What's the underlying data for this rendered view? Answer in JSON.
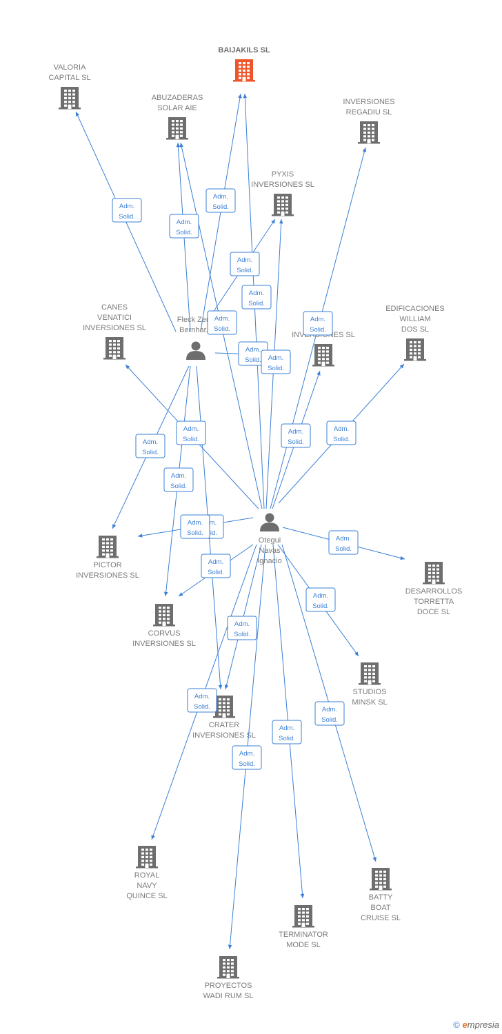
{
  "diagram": {
    "colors": {
      "edge": "#3a7fd5",
      "company": "#6e6e6e",
      "company_highlight": "#f0542a",
      "person": "#6e6e6e",
      "label": "#7a7a7a"
    },
    "nodes": [
      {
        "id": "baijakils",
        "type": "company",
        "highlight": true,
        "lines": [
          "BAIJAKILS SL"
        ]
      },
      {
        "id": "valoria",
        "type": "company",
        "lines": [
          "VALORIA",
          "CAPITAL SL"
        ]
      },
      {
        "id": "abuzaderas",
        "type": "company",
        "lines": [
          "ABUZADERAS",
          "SOLAR AIE"
        ]
      },
      {
        "id": "regadiu",
        "type": "company",
        "lines": [
          "INVERSIONES",
          "REGADIU SL"
        ]
      },
      {
        "id": "pyxis",
        "type": "company",
        "lines": [
          "PYXIS",
          "INVERSIONES SL"
        ]
      },
      {
        "id": "canes",
        "type": "company",
        "lines": [
          "CANES",
          "VENATICI",
          "INVERSIONES SL"
        ]
      },
      {
        "id": "hidden_inv",
        "type": "company",
        "lines": [
          "...S",
          "INVERSIONES SL"
        ]
      },
      {
        "id": "edificaciones",
        "type": "company",
        "lines": [
          "EDIFICACIONES",
          "WILLIAM",
          "DOS SL"
        ]
      },
      {
        "id": "fleck",
        "type": "person",
        "lines": [
          "Fleck Zer...",
          "Bernhar..."
        ]
      },
      {
        "id": "otegui",
        "type": "person",
        "lines": [
          "Otegui",
          "Navas",
          "Ignacio"
        ]
      },
      {
        "id": "pictor",
        "type": "company",
        "lines": [
          "PICTOR",
          "INVERSIONES SL"
        ]
      },
      {
        "id": "corvus",
        "type": "company",
        "lines": [
          "CORVUS",
          "INVERSIONES SL"
        ]
      },
      {
        "id": "desarrollos",
        "type": "company",
        "lines": [
          "DESARROLLOS",
          "TORRETTA",
          "DOCE SL"
        ]
      },
      {
        "id": "studios",
        "type": "company",
        "lines": [
          "STUDIOS",
          "MINSK SL"
        ]
      },
      {
        "id": "crater",
        "type": "company",
        "lines": [
          "CRATER",
          "INVERSIONES SL"
        ]
      },
      {
        "id": "royal",
        "type": "company",
        "lines": [
          "ROYAL",
          "NAVY",
          "QUINCE SL"
        ]
      },
      {
        "id": "batty",
        "type": "company",
        "lines": [
          "BATTY",
          "BOAT",
          "CRUISE SL"
        ]
      },
      {
        "id": "terminator",
        "type": "company",
        "lines": [
          "TERMINATOR",
          "MODE SL"
        ]
      },
      {
        "id": "proyectos",
        "type": "company",
        "lines": [
          "PROYECTOS",
          "WADI RUM SL"
        ]
      }
    ],
    "edges": [
      {
        "from": "fleck",
        "to": "valoria",
        "label": [
          "Adm.",
          "Solid."
        ]
      },
      {
        "from": "fleck",
        "to": "abuzaderas",
        "label": [
          "Adm.",
          "Solid."
        ]
      },
      {
        "from": "fleck",
        "to": "baijakils",
        "label": [
          "Adm.",
          "Solid."
        ]
      },
      {
        "from": "fleck",
        "to": "pyxis",
        "label": [
          "Adm.",
          "Solid."
        ]
      },
      {
        "from": "fleck",
        "to": "hidden_inv",
        "label": [
          "Adm.",
          "Solid."
        ]
      },
      {
        "from": "fleck",
        "to": "pictor",
        "label": [
          "Adm.",
          "Solid."
        ]
      },
      {
        "from": "fleck",
        "to": "corvus",
        "label": [
          "Adm.",
          "Solid."
        ]
      },
      {
        "from": "fleck",
        "to": "crater",
        "label": [
          "Adm.",
          "Solid."
        ]
      },
      {
        "from": "otegui",
        "to": "abuzaderas",
        "label": [
          "Adm.",
          "Solid."
        ]
      },
      {
        "from": "otegui",
        "to": "baijakils",
        "label": [
          "Adm.",
          "Solid."
        ]
      },
      {
        "from": "otegui",
        "to": "pyxis",
        "label": [
          "Adm.",
          "Solid."
        ]
      },
      {
        "from": "otegui",
        "to": "regadiu",
        "label": [
          "Adm.",
          "Solid."
        ]
      },
      {
        "from": "otegui",
        "to": "canes",
        "label": [
          "Adm.",
          "Solid."
        ]
      },
      {
        "from": "otegui",
        "to": "hidden_inv",
        "label": [
          "Adm.",
          "Solid."
        ]
      },
      {
        "from": "otegui",
        "to": "edificaciones",
        "label": [
          "Adm.",
          "Solid."
        ]
      },
      {
        "from": "otegui",
        "to": "pictor",
        "label": [
          "Adm.",
          "Solid."
        ]
      },
      {
        "from": "otegui",
        "to": "corvus",
        "label": [
          "Adm.",
          "Solid."
        ]
      },
      {
        "from": "otegui",
        "to": "desarrollos",
        "label": [
          "Adm.",
          "Solid."
        ]
      },
      {
        "from": "otegui",
        "to": "studios",
        "label": [
          "Adm.",
          "Solid."
        ]
      },
      {
        "from": "otegui",
        "to": "crater",
        "label": [
          "Adm.",
          "Solid."
        ]
      },
      {
        "from": "otegui",
        "to": "royal",
        "label": [
          "Adm.",
          "Solid."
        ]
      },
      {
        "from": "otegui",
        "to": "batty",
        "label": [
          "Adm.",
          "Solid."
        ]
      },
      {
        "from": "otegui",
        "to": "terminator",
        "label": [
          "Adm.",
          "Solid."
        ]
      },
      {
        "from": "otegui",
        "to": "proyectos",
        "label": [
          "Adm.",
          "Solid."
        ]
      }
    ]
  },
  "footer": {
    "copyright": "©",
    "brand_initial": "e",
    "brand_rest": "mpresia"
  }
}
